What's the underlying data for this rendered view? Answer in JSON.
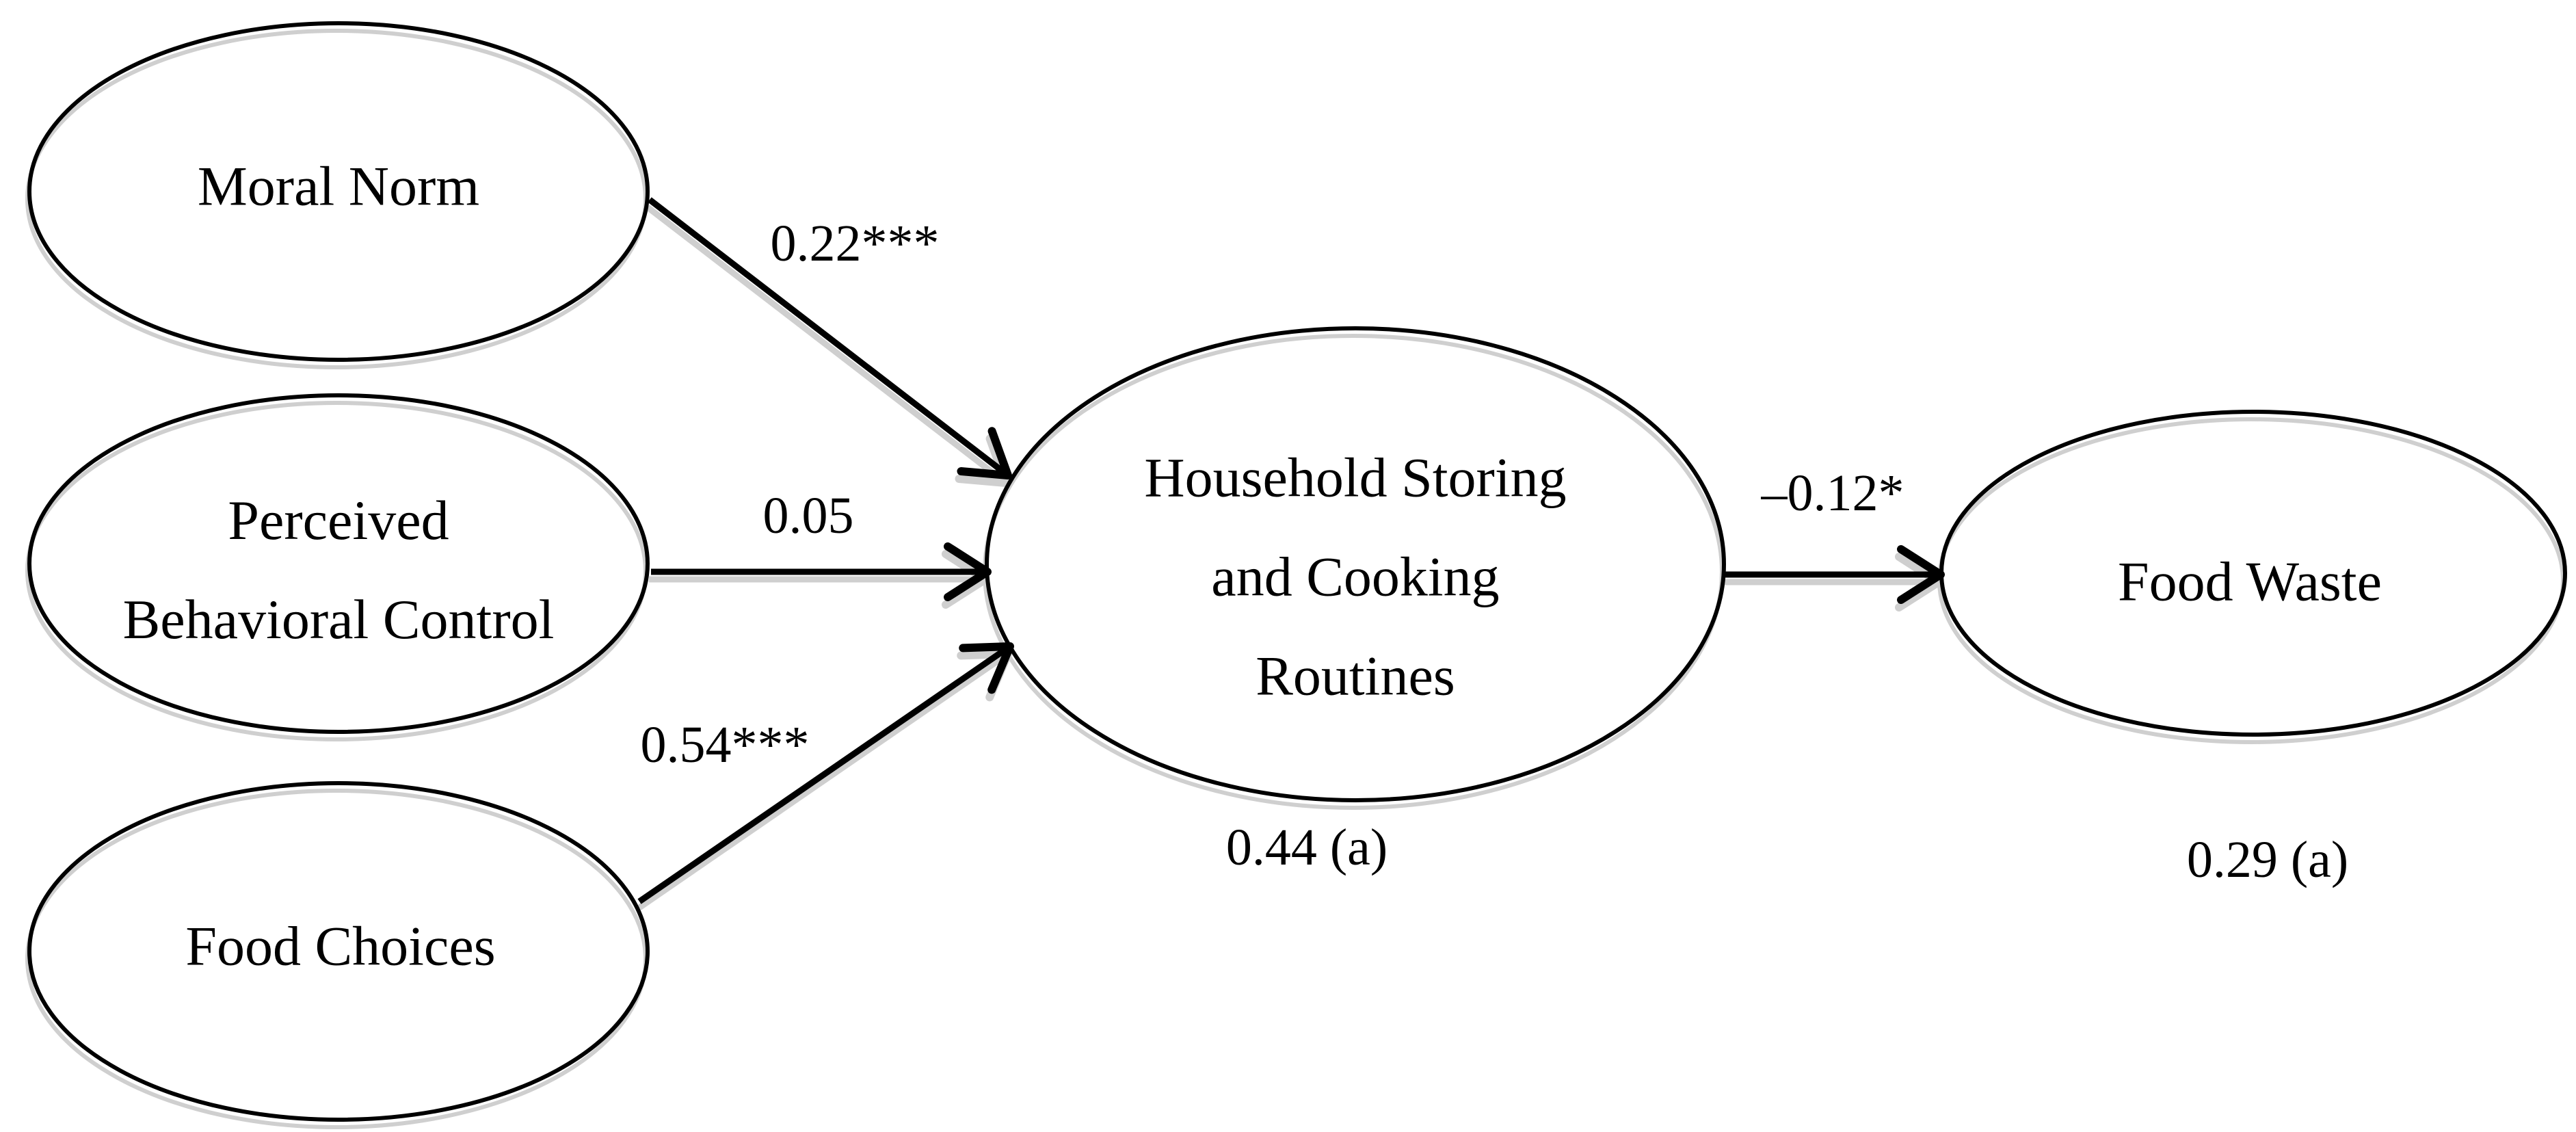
{
  "figure": {
    "type": "structural-equation-path-diagram",
    "background_color": "#ffffff",
    "stroke_color": "#000000",
    "shadow_color": "#cfcfcf",
    "text_color": "#000000",
    "nodes": [
      {
        "id": "moral-norm",
        "shape": "ellipse",
        "lines": [
          "Moral Norm"
        ]
      },
      {
        "id": "perceived-behavioral-control",
        "shape": "ellipse",
        "lines": [
          "Perceived",
          "Behavioral Control"
        ]
      },
      {
        "id": "food-choices",
        "shape": "ellipse",
        "lines": [
          "Food Choices"
        ]
      },
      {
        "id": "household-storing-cooking-routines",
        "shape": "ellipse",
        "lines": [
          "Household Storing",
          "and Cooking",
          "Routines"
        ]
      },
      {
        "id": "food-waste",
        "shape": "ellipse",
        "lines": [
          "Food Waste"
        ]
      }
    ],
    "paths": [
      {
        "from": "Moral Norm",
        "to": "Household Storing and Cooking Routines",
        "coefficient": "0.22***"
      },
      {
        "from": "Perceived Behavioral Control",
        "to": "Household Storing and Cooking Routines",
        "coefficient": "0.05"
      },
      {
        "from": "Food Choices",
        "to": "Household Storing and Cooking Routines",
        "coefficient": "0.54***"
      },
      {
        "from": "Household Storing and Cooking Routines",
        "to": "Food Waste",
        "coefficient": "–0.12*"
      }
    ],
    "r_squared_labels": [
      {
        "node": "Household Storing and Cooking Routines",
        "text": "0.44 (a)"
      },
      {
        "node": "Food Waste",
        "text": "0.29 (a)"
      }
    ]
  }
}
